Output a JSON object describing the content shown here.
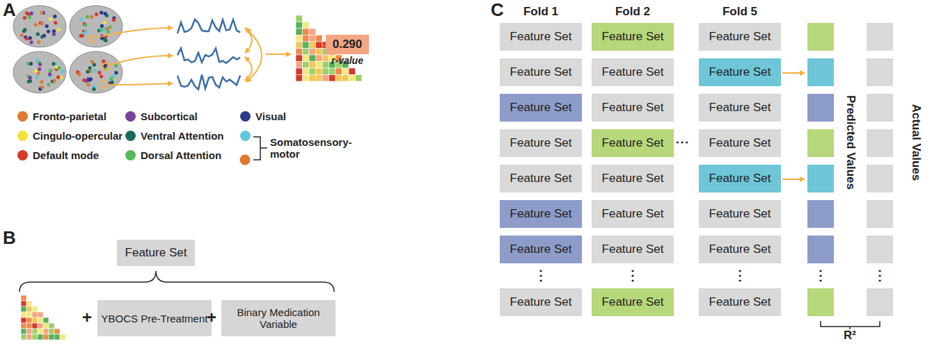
{
  "diagram": {
    "nodes": [
      {
        "text": [
          "0.290",
          "r-value"
        ]
      },
      {
        "text": [
          "Feature Set"
        ]
      },
      {
        "text": [
          "YBOCS Pre-Treatment"
        ]
      },
      {
        "text": [
          "Binary Medication Variable"
        ]
      },
      {
        "text": [
          "Feature Set"
        ]
      },
      {
        "text": [
          "Feature Set"
        ]
      },
      {
        "text": [
          "Feature Set"
        ]
      },
      {
        "text": [
          "Feature Set"
        ]
      },
      {
        "text": [
          "Feature Set"
        ]
      },
      {
        "text": [
          "Feature Set"
        ]
      },
      {
        "text": [
          "Feature Set"
        ]
      },
      {
        "text": [
          "Feature Set"
        ]
      },
      {
        "text": [
          "Feature Set"
        ]
      },
      {
        "text": [
          "Feature Set"
        ]
      },
      {
        "text": [
          "Feature Set"
        ]
      },
      {
        "text": [
          "Feature Set"
        ]
      },
      {
        "text": [
          "Feature Set"
        ]
      },
      {
        "text": [
          "Feature Set"
        ]
      },
      {
        "text": [
          "Feature Set"
        ]
      },
      {
        "text": [
          "Feature Set"
        ]
      },
      {
        "text": [
          "Feature Set"
        ]
      },
      {
        "text": [
          "Feature Set"
        ]
      },
      {
        "text": [
          "Feature Set"
        ]
      },
      {
        "text": [
          "Feature Set"
        ]
      },
      {
        "text": [
          "Feature Set"
        ]
      },
      {
        "text": [
          "Feature Set"
        ]
      },
      {
        "text": [
          "Feature Set"
        ]
      },
      {
        "text": [
          "Feature Set"
        ]
      }
    ],
    "labels": [
      "A",
      "B",
      "C",
      "+",
      "+",
      "Fold 1",
      "Fold 2",
      "⋯",
      "Fold 5",
      "⋮",
      "⋮",
      "⋮",
      "⋮",
      "⋮",
      "Predicted Values",
      "Actual Values",
      "R²"
    ],
    "legend": [
      {
        "text": "Fronto-parietal",
        "color": "#e0782f"
      },
      {
        "text": "Cingulo-opercular",
        "color": "#f3e23b"
      },
      {
        "text": "Default mode",
        "color": "#d8392b"
      },
      {
        "text": "Subcortical",
        "color": "#7b3f9e"
      },
      {
        "text": "Ventral Attention",
        "color": "#1d6a5c"
      },
      {
        "text": "Dorsal Attention",
        "color": "#55b85a"
      },
      {
        "text": "Visual",
        "color": "#2b3a8a"
      },
      {
        "text": "Somatosensory-motor",
        "color": "#5bc8dc"
      }
    ]
  }
}
